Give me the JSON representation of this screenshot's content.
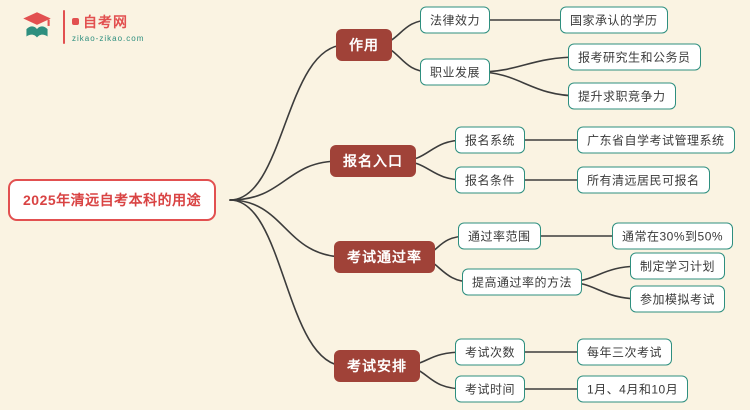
{
  "logo": {
    "title": "自考网",
    "subtitle": "zikao-zikao.com"
  },
  "colors": {
    "background": "#faf3e2",
    "root_accent": "#e25050",
    "branch_fill": "#a04238",
    "node_border_teal": "#2e8f7f",
    "connector": "#3c3c3c"
  },
  "mindmap": {
    "root": {
      "label": "2025年清远自考本科的用途"
    },
    "branches": [
      {
        "label": "作用",
        "children": [
          {
            "label": "法律效力",
            "children": [
              {
                "label": "国家承认的学历"
              }
            ]
          },
          {
            "label": "职业发展",
            "children": [
              {
                "label": "报考研究生和公务员"
              },
              {
                "label": "提升求职竞争力"
              }
            ]
          }
        ]
      },
      {
        "label": "报名入口",
        "children": [
          {
            "label": "报名系统",
            "children": [
              {
                "label": "广东省自学考试管理系统"
              }
            ]
          },
          {
            "label": "报名条件",
            "children": [
              {
                "label": "所有清远居民可报名"
              }
            ]
          }
        ]
      },
      {
        "label": "考试通过率",
        "children": [
          {
            "label": "通过率范围",
            "children": [
              {
                "label": "通常在30%到50%"
              }
            ]
          },
          {
            "label": "提高通过率的方法",
            "children": [
              {
                "label": "制定学习计划"
              },
              {
                "label": "参加模拟考试"
              }
            ]
          }
        ]
      },
      {
        "label": "考试安排",
        "children": [
          {
            "label": "考试次数",
            "children": [
              {
                "label": "每年三次考试"
              }
            ]
          },
          {
            "label": "考试时间",
            "children": [
              {
                "label": "1月、4月和10月"
              }
            ]
          }
        ]
      }
    ]
  }
}
